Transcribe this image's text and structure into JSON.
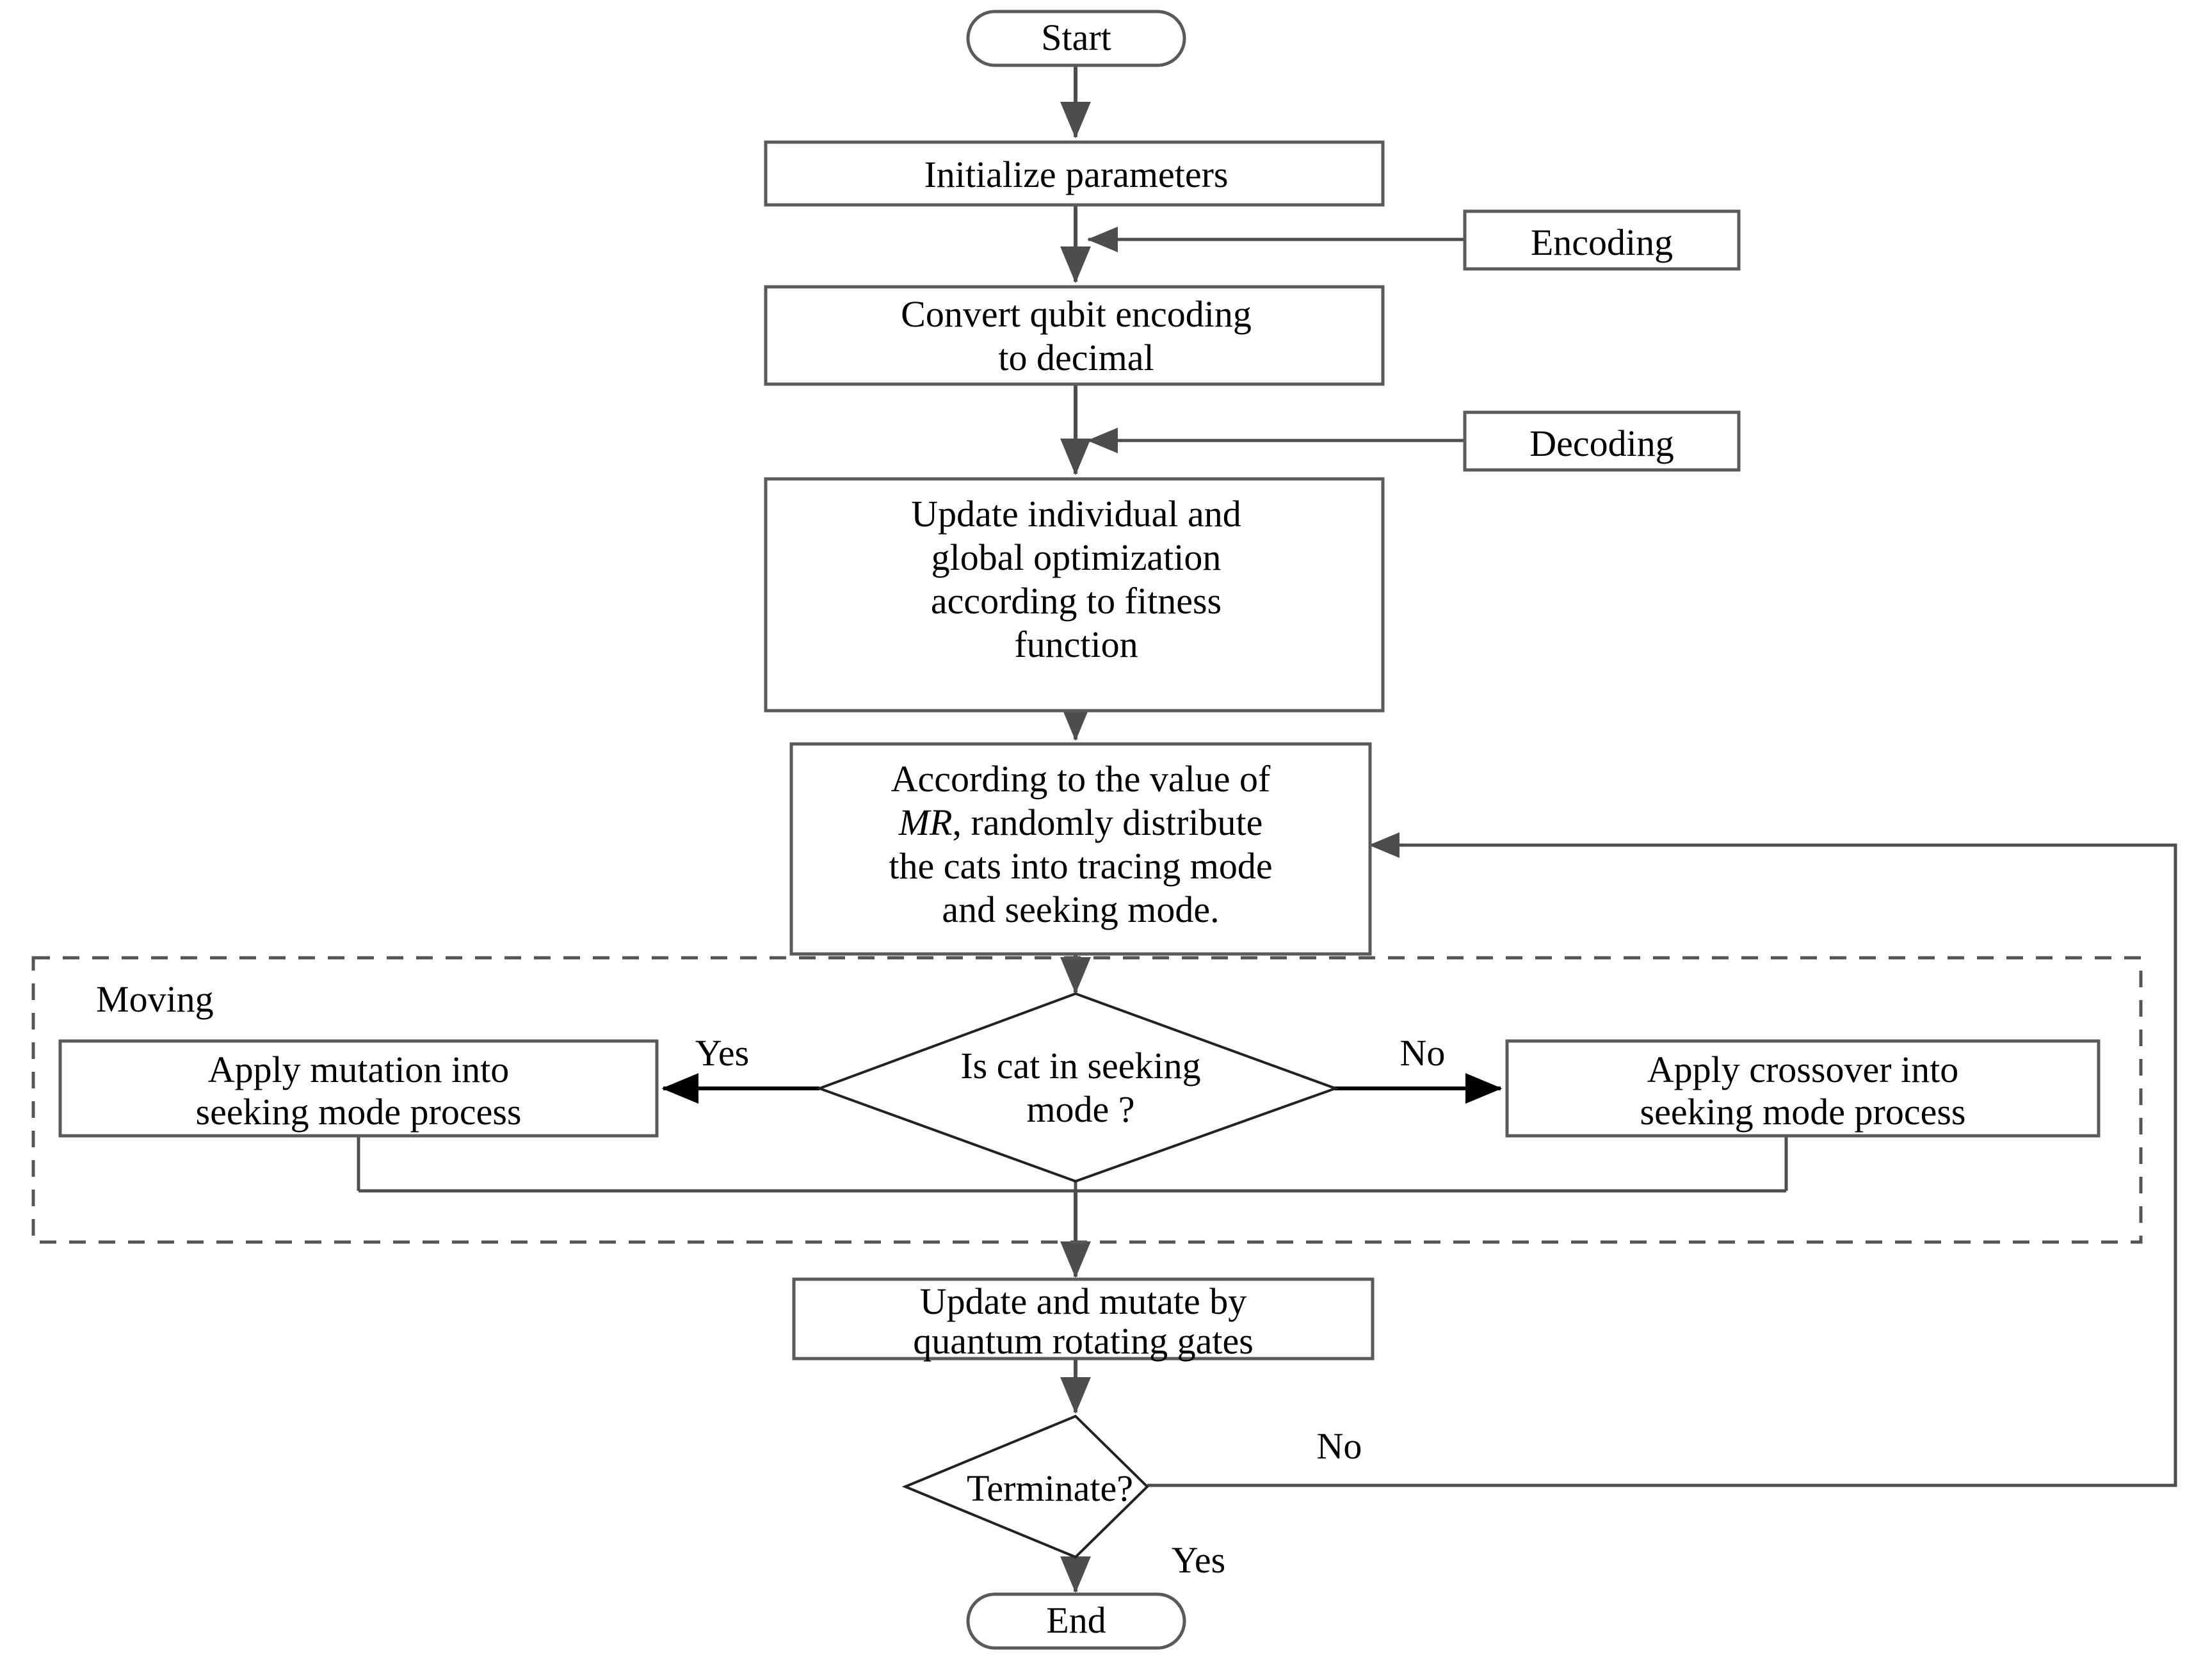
{
  "diagram": {
    "title": "Quantum cat swarm optimization flowchart",
    "colors": {
      "node_stroke": "#5a5a5a",
      "line_stroke": "#4d4d4d",
      "diamond_stroke": "#222222",
      "dashed_stroke": "#555555",
      "text": "#000000",
      "background": "#ffffff"
    },
    "nodes": {
      "start": {
        "label": "Start",
        "shape": "terminator"
      },
      "initialize": {
        "label": "Initialize parameters",
        "shape": "process"
      },
      "encoding": {
        "label": "Encoding",
        "shape": "annotation"
      },
      "convert": {
        "line1": "Convert qubit encoding",
        "line2": "to decimal",
        "shape": "process"
      },
      "decoding": {
        "label": "Decoding",
        "shape": "annotation"
      },
      "update_fitness": {
        "line1": "Update individual and",
        "line2": "global optimization",
        "line3": "according to fitness",
        "line4": "function",
        "shape": "process"
      },
      "distribute": {
        "line1": "According to the value of",
        "line2_italic": "MR",
        "line2_rest": ", randomly distribute",
        "line3": "the cats into tracing mode",
        "line4": "and seeking mode.",
        "shape": "process"
      },
      "moving_group": {
        "label": "Moving",
        "shape": "dashed-group"
      },
      "decision_seeking": {
        "line1": "Is cat in seeking",
        "line2": "mode ?",
        "shape": "decision"
      },
      "mutation": {
        "line1": "Apply mutation into",
        "line2": "seeking mode process",
        "shape": "process"
      },
      "crossover": {
        "line1": "Apply  crossover into",
        "line2": "seeking mode process",
        "shape": "process"
      },
      "quantum_gates": {
        "line1": "Update and mutate by",
        "line2": "quantum rotating gates",
        "shape": "process"
      },
      "terminate": {
        "label": "Terminate?",
        "shape": "decision"
      },
      "end": {
        "label": "End",
        "shape": "terminator"
      }
    },
    "edge_labels": {
      "seeking_yes": "Yes",
      "seeking_no": "No",
      "terminate_no": "No",
      "terminate_yes": "Yes"
    }
  }
}
